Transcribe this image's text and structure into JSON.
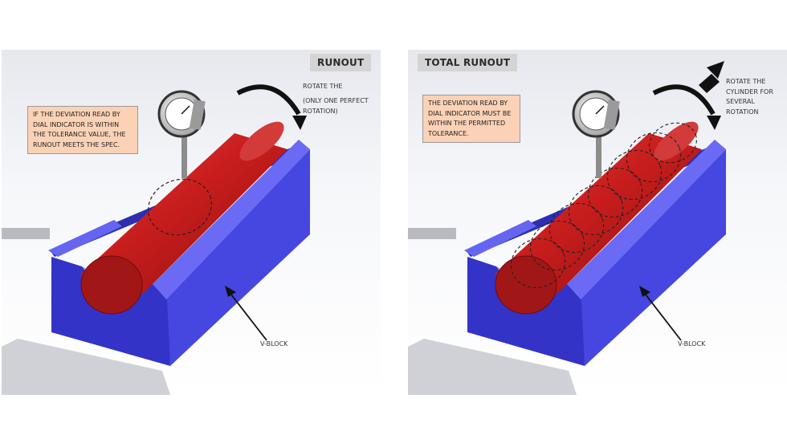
{
  "panels": [
    {
      "title": "RUNOUT",
      "note": "IF THE DEVIATION READ BY DIAL INDICATOR IS WITHIN THE TOLERANCE VALUE, THE RUNOUT MEETS THE SPEC.",
      "rotate_line1": "ROTATE THE",
      "rotate_line2": "(ONLY ONE PERFECT ROTATION)",
      "block_label": "V-BLOCK"
    },
    {
      "title": "TOTAL RUNOUT",
      "note": "THE DEVIATION READ BY DIAL INDICATOR MUST BE WITHIN THE PERMITTED TOLERANCE.",
      "rotate_line1": "ROTATE THE CYLINDER FOR SEVERAL ROTATION",
      "block_label": "V-BLOCK"
    }
  ],
  "colors": {
    "block_front": "#3a3ad0",
    "block_side": "#4a4ae6",
    "block_top": "#5c5cf0",
    "cylinder": "#c81d1d",
    "cylinder_end": "#9a1515",
    "note_fill": "#fbd2b6",
    "title_fill": "#d4d4d4"
  },
  "icons": [
    "dial-indicator-icon",
    "curved-rotation-arrow-icon",
    "pointer-arrow-icon",
    "direction-arrow-icon"
  ]
}
